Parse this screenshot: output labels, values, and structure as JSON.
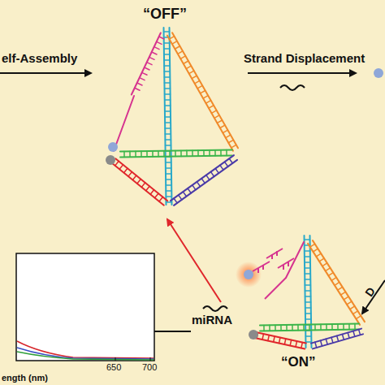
{
  "diagram": {
    "labels": [
      "“OFF”",
      "elf-Assembly",
      "Strand Displacement",
      "miRNA",
      "“ON”",
      "D",
      "650",
      "700",
      "ength (nm)"
    ]
  }
}
